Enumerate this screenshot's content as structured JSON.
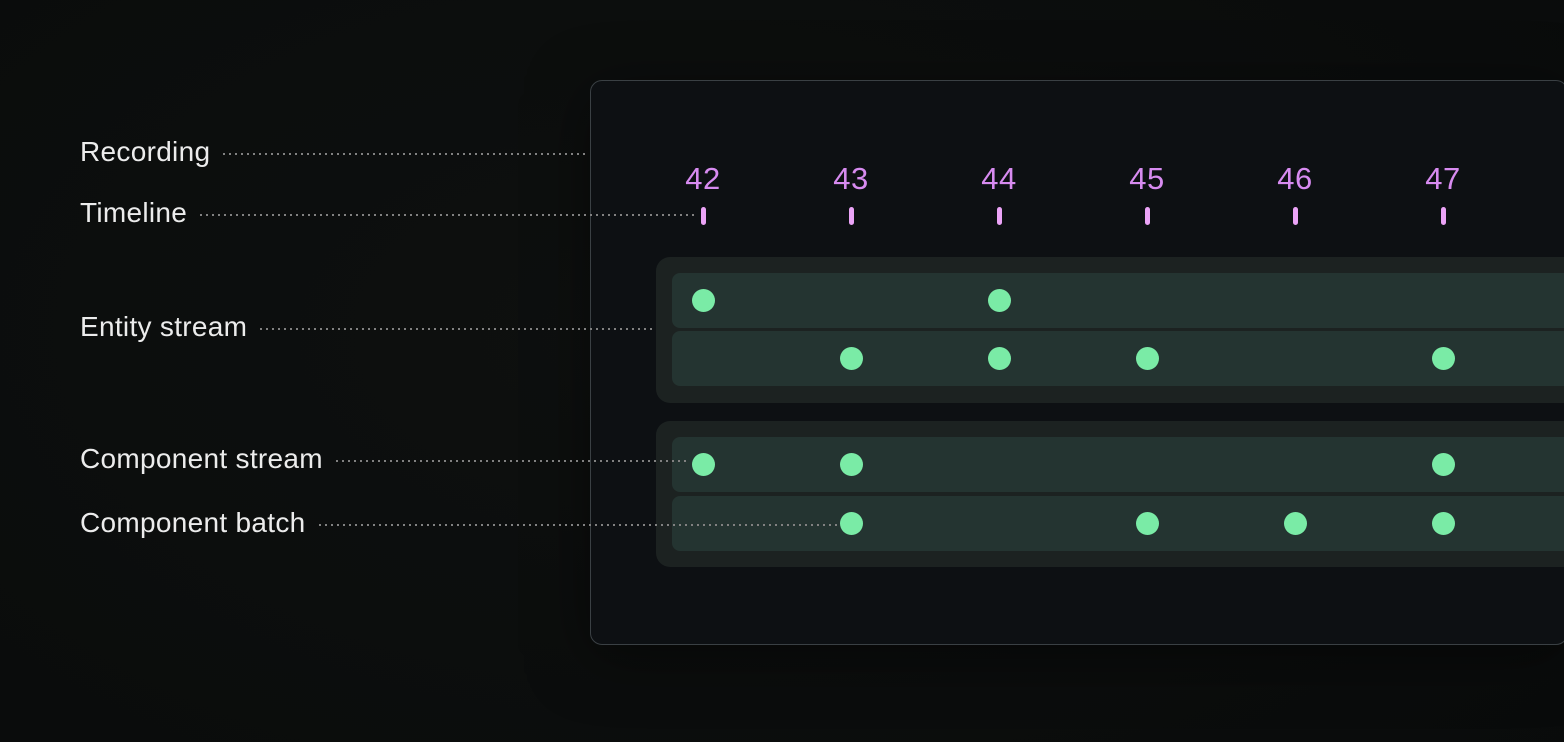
{
  "legend": {
    "items": [
      {
        "id": "recording",
        "label": "Recording"
      },
      {
        "id": "timeline",
        "label": "Timeline"
      },
      {
        "id": "entity-stream",
        "label": "Entity stream"
      },
      {
        "id": "component-stream",
        "label": "Component stream"
      },
      {
        "id": "component-batch",
        "label": "Component batch"
      }
    ]
  },
  "timeline": {
    "ticks": [
      "42",
      "43",
      "44",
      "45",
      "46",
      "47"
    ]
  },
  "streams": {
    "groups": [
      {
        "name": "entity-stream-group-1",
        "rows": [
          {
            "name": "component-stream-row-1",
            "events": [
              42,
              44
            ]
          },
          {
            "name": "component-stream-row-2",
            "events": [
              43,
              44,
              45,
              47
            ]
          }
        ]
      },
      {
        "name": "entity-stream-group-2",
        "rows": [
          {
            "name": "component-stream-row-3",
            "events": [
              42,
              43,
              47
            ]
          },
          {
            "name": "component-batch-row",
            "events": [
              43,
              45,
              46,
              47
            ]
          }
        ]
      }
    ]
  },
  "colors": {
    "accent_purple": "#d78bf0",
    "tick_purple": "#eba4f7",
    "event_green": "#7aeba6",
    "row_bg": "#243431",
    "group_bg": "#1c2221",
    "panel_bg": "#0d1013",
    "panel_border": "#3a4044",
    "label_text": "#ececec",
    "leader_dots": "#818181"
  }
}
